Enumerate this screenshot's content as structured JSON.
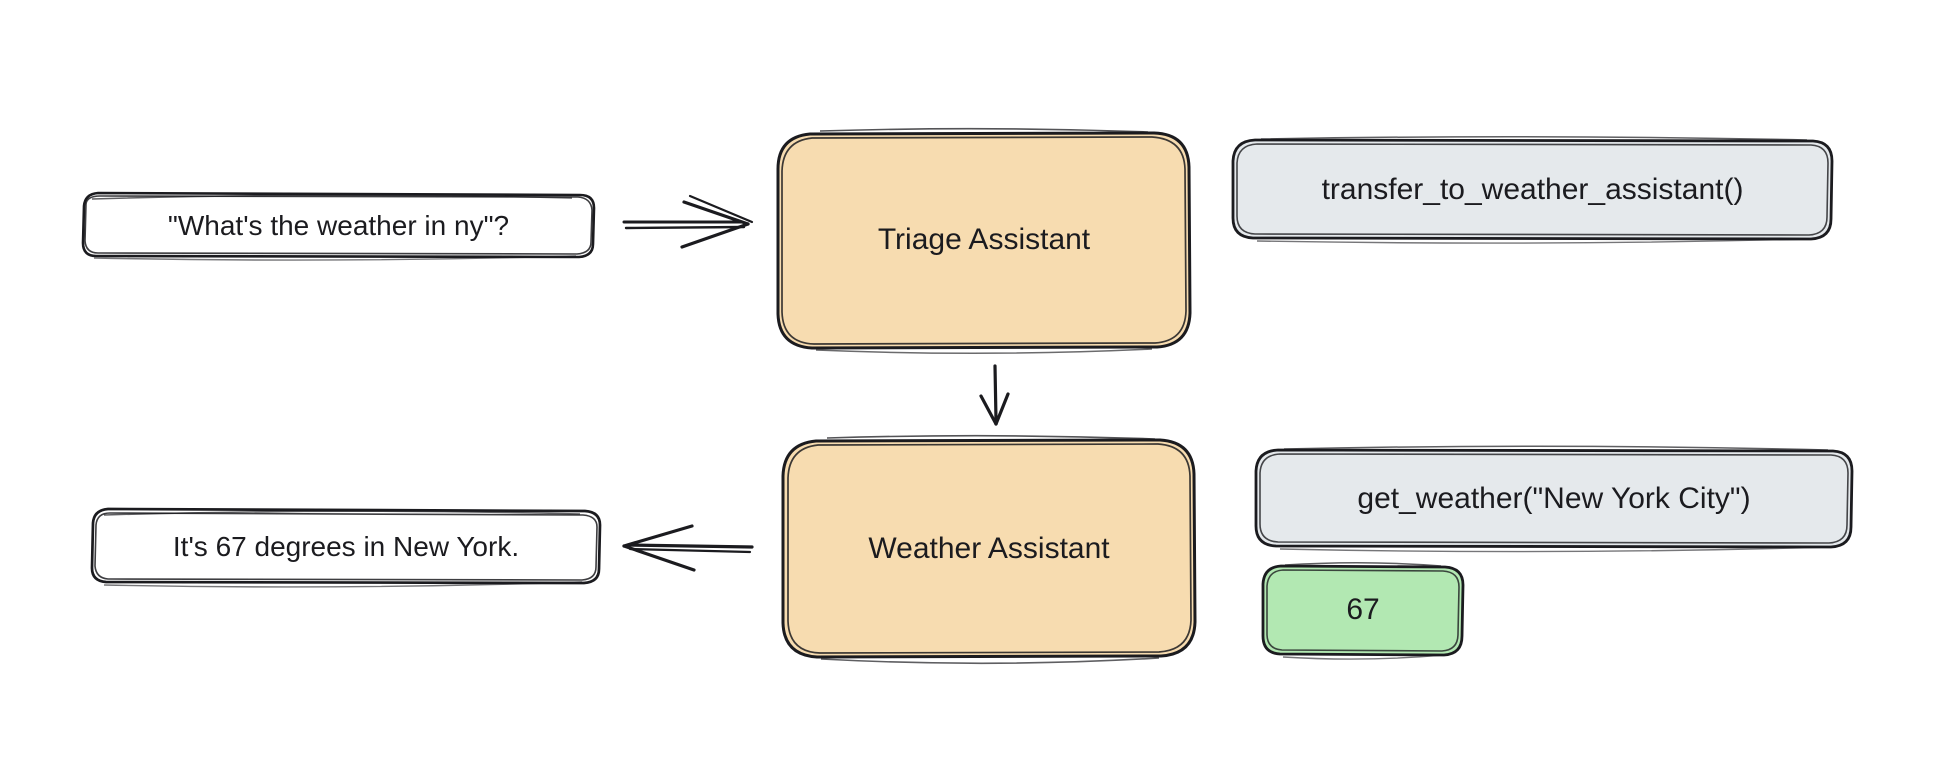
{
  "diagram": {
    "title": "Triage and Weather Assistant handoff flow",
    "background_color": "#ffffff",
    "stroke_color": "#1b1b1f",
    "agent_fill": "#f7dcb0",
    "message_fill": "#ffffff",
    "tool_fill": "#e5e9ec",
    "result_fill": "#b2e8b2"
  },
  "nodes": {
    "user_message": {
      "text": "\"What's the weather in ny\"?",
      "kind": "message",
      "fill": "#ffffff"
    },
    "triage_agent": {
      "text": "Triage Assistant",
      "kind": "agent",
      "fill": "#f7dcb0"
    },
    "transfer_tool": {
      "text": "transfer_to_weather_assistant()",
      "kind": "tool-call",
      "fill": "#e5e9ec"
    },
    "weather_agent": {
      "text": "Weather Assistant",
      "kind": "agent",
      "fill": "#f7dcb0"
    },
    "weather_tool": {
      "text": "get_weather(\"New York City\")",
      "kind": "tool-call",
      "fill": "#e5e9ec"
    },
    "tool_result": {
      "text": "67",
      "kind": "tool-result",
      "fill": "#b2e8b2"
    },
    "assistant_reply": {
      "text": "It's 67 degrees in New York.",
      "kind": "message",
      "fill": "#ffffff"
    }
  },
  "edges": [
    {
      "name": "user-to-triage",
      "from": "user_message",
      "to": "triage_agent",
      "direction": "right",
      "style": "double-line"
    },
    {
      "name": "triage-to-weather",
      "from": "triage_agent",
      "to": "weather_agent",
      "direction": "down",
      "style": "single-line"
    },
    {
      "name": "weather-to-reply",
      "from": "weather_agent",
      "to": "assistant_reply",
      "direction": "left",
      "style": "single-line"
    }
  ]
}
